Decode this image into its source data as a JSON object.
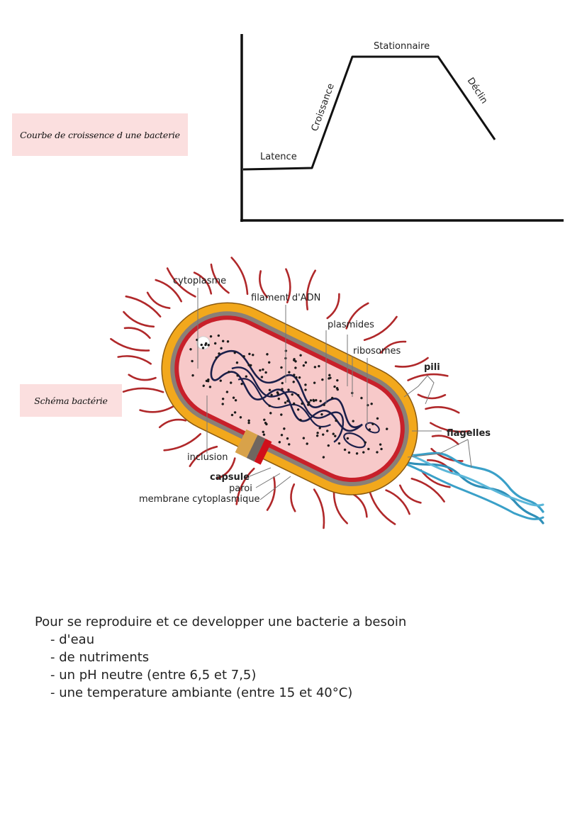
{
  "growth_box": {
    "label": "Courbe de croissence d une bacterie"
  },
  "growth_curve": {
    "phases": [
      "Latence",
      "Croissance",
      "Stationnaire",
      "Déclin"
    ]
  },
  "schema_box": {
    "label": "Schéma bactérie"
  },
  "bacteria_diagram": {
    "labels": {
      "cytoplasme": "cytoplasme",
      "filament": "filament d'ADN",
      "plasmides": "plasmides",
      "ribosomes": "ribosomes",
      "pili": "pili",
      "flagelles": "flagelles",
      "inclusion": "inclusion",
      "capsule": "capsule",
      "paroi": "paroi",
      "membrane": "membrane cytoplasmique"
    },
    "colors": {
      "capsule": "#f2a81c",
      "wall": "#8a7f77",
      "membrane": "#c8202a",
      "cytoplasm": "#f7c9c9",
      "dna": "#1b1f4a",
      "flagella": "#3aa0c8",
      "pili": "#b0282a"
    }
  },
  "requirements": {
    "intro": "Pour se reproduire et ce developper une bacterie a besoin",
    "items": [
      "- d'eau",
      "- de nutriments",
      "- un pH neutre (entre 6,5 et 7,5)",
      "- une temperature ambiante (entre 15 et 40°C)"
    ]
  }
}
